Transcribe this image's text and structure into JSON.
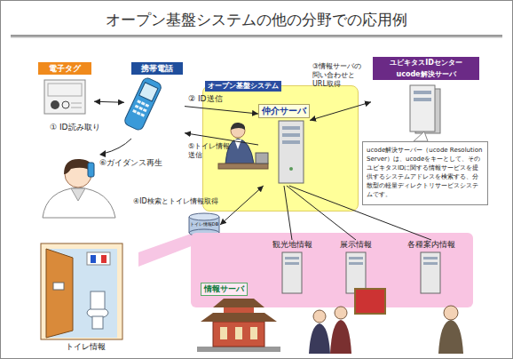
{
  "diagram": {
    "title": "オープン基盤システムの他の分野での応用例",
    "nodes": [
      {
        "text": [
          "電子タグ"
        ]
      },
      {
        "text": [
          "携帯電話"
        ]
      },
      {
        "text": [
          "ユビキタスIDセンター",
          "ucode解決サーバ"
        ]
      },
      {
        "text": [
          "オープン基盤システム"
        ]
      },
      {
        "text": [
          "仲介サーバ"
        ],
        "in": 3
      },
      {
        "text": [
          "ucode解決サーバー（ucode Resolution Server）は、ucodeをキーとして、そのユビキタスIDに関する情報サービスを提供するシステムアドレスを検索する、分散型の軽量ディレクトリサービスシステムです。"
        ]
      },
      {
        "text": [
          "トイレ情報DB"
        ]
      },
      {
        "text": [
          "情報サーバ"
        ]
      },
      {
        "text": [
          "観光地情報"
        ],
        "in": 7
      },
      {
        "text": [
          "展示情報"
        ],
        "in": 7
      },
      {
        "text": [
          "各種案内情報"
        ],
        "in": 7
      },
      {
        "text": [
          "トイレ情報"
        ]
      }
    ],
    "edges": [
      {
        "from": 0,
        "to": 1,
        "arrow": "both"
      },
      {
        "from": 1,
        "to": 4,
        "label": "② ID送信",
        "arrow": "to"
      },
      {
        "from": 4,
        "to": 1,
        "label": "⑤トイレ情報 送信",
        "arrow": "to"
      },
      {
        "from": 4,
        "to": 2,
        "label": "③情報サーバの 問い合わせと URL取得",
        "arrow": "both"
      },
      {
        "from": 6,
        "to": 4,
        "label": "④ID検索とトイレ情報取得",
        "arrow": "both"
      },
      {
        "from": 4,
        "to": 8,
        "arrow": "none"
      },
      {
        "from": 4,
        "to": 9,
        "arrow": "none"
      },
      {
        "from": 4,
        "to": 10,
        "arrow": "none"
      }
    ],
    "labels": [
      "① ID読み取り",
      "⑥ガイダンス再生"
    ]
  }
}
